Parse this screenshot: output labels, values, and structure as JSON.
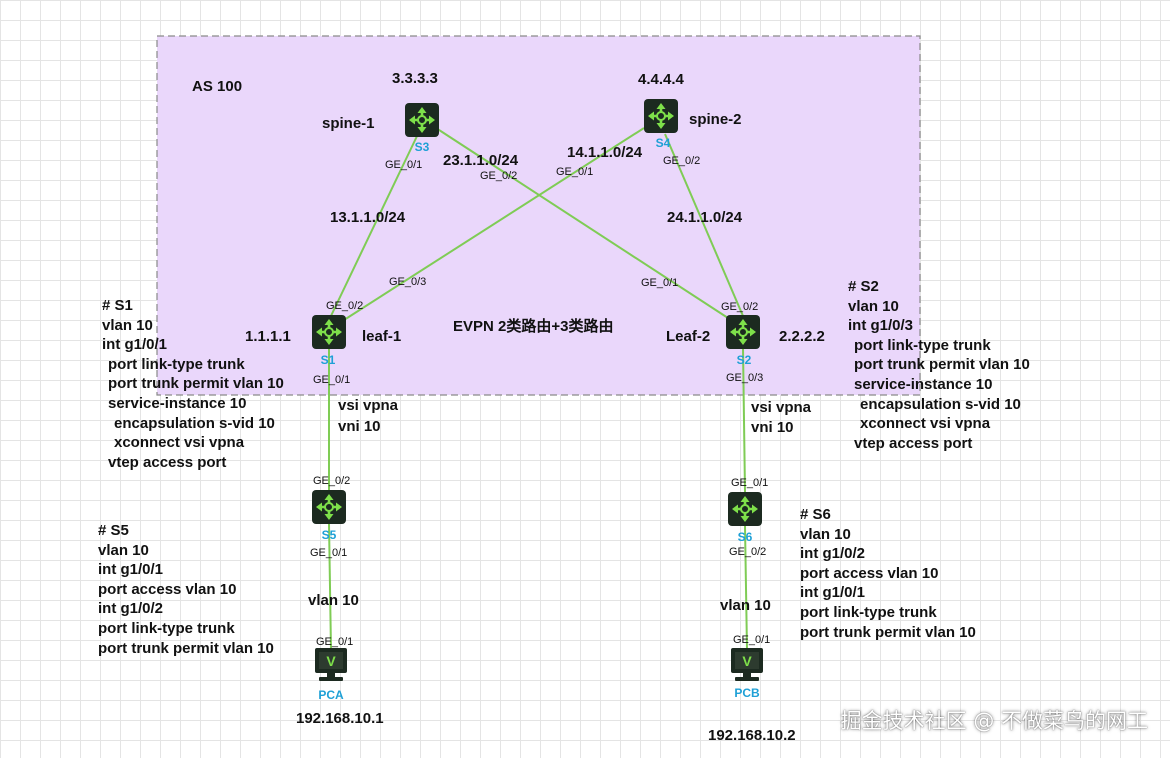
{
  "as_label": "AS 100",
  "center_label": "EVPN 2类路由+3类路由",
  "devices": {
    "S3": {
      "id": "S3",
      "name": "spine-1",
      "loopback": "3.3.3.3"
    },
    "S4": {
      "id": "S4",
      "name": "spine-2",
      "loopback": "4.4.4.4"
    },
    "S1": {
      "id": "S1",
      "name": "leaf-1",
      "loopback": "1.1.1.1"
    },
    "S2": {
      "id": "S2",
      "name": "Leaf-2",
      "loopback": "2.2.2.2"
    },
    "S5": {
      "id": "S5"
    },
    "S6": {
      "id": "S6"
    },
    "PCA": {
      "id": "PCA",
      "ip": "192.168.10.1"
    },
    "PCB": {
      "id": "PCB",
      "ip": "192.168.10.2"
    }
  },
  "subnets": {
    "s3_s1": "13.1.1.0/24",
    "s3_s2": "23.1.1.0/24",
    "s4_s1": "14.1.1.0/24",
    "s4_s2": "24.1.1.0/24"
  },
  "ports": {
    "s3_p1": "GE_0/1",
    "s3_p2": "GE_0/2",
    "s4_p1": "GE_0/1",
    "s4_p2": "GE_0/2",
    "s1_p2": "GE_0/2",
    "s1_p3": "GE_0/3",
    "s1_p1": "GE_0/1",
    "s2_p1": "GE_0/1",
    "s2_p2": "GE_0/2",
    "s2_p3": "GE_0/3",
    "s5_p2": "GE_0/2",
    "s5_p1": "GE_0/1",
    "s6_p1": "GE_0/1",
    "s6_p2": "GE_0/2",
    "pca_p1": "GE_0/1",
    "pcb_p1": "GE_0/1"
  },
  "link_labels": {
    "left_vsi": "vsi vpna",
    "left_vni": "vni 10",
    "right_vsi": "vsi vpna",
    "right_vni": "vni 10",
    "left_vlan": "vlan 10",
    "right_vlan": "vlan 10"
  },
  "configs": {
    "S1": [
      "# S1",
      "vlan 10",
      "int g1/0/1",
      "  port link-type trunk",
      "  port trunk permit vlan 10",
      "  service-instance 10",
      "    encapsulation s-vid 10",
      "    xconnect vsi vpna",
      "  vtep access port"
    ],
    "S2": [
      "# S2",
      "vlan 10",
      "int g1/0/3",
      "  port link-type trunk",
      "  port trunk permit vlan 10",
      "  service-instance 10",
      "    encapsulation s-vid 10",
      "    xconnect vsi vpna",
      "  vtep access port"
    ],
    "S5": [
      "# S5",
      "vlan 10",
      "int g1/0/1",
      "port access vlan 10",
      "int g1/0/2",
      "port link-type trunk",
      "port trunk permit vlan 10"
    ],
    "S6": [
      "# S6",
      "vlan 10",
      "int g1/0/2",
      "port access vlan 10",
      "int g1/0/1",
      "port link-type trunk",
      "port trunk permit vlan 10"
    ]
  },
  "watermark": "掘金技术社区 @ 不做菜鸟的网工",
  "colors": {
    "as_fill": "#ead7fb",
    "as_border": "#8a8a8a",
    "link": "#7fcc55",
    "switch_icon": "#1c2a20",
    "switch_arrows": "#7ee04a",
    "device_label": "#1ea0d6"
  }
}
